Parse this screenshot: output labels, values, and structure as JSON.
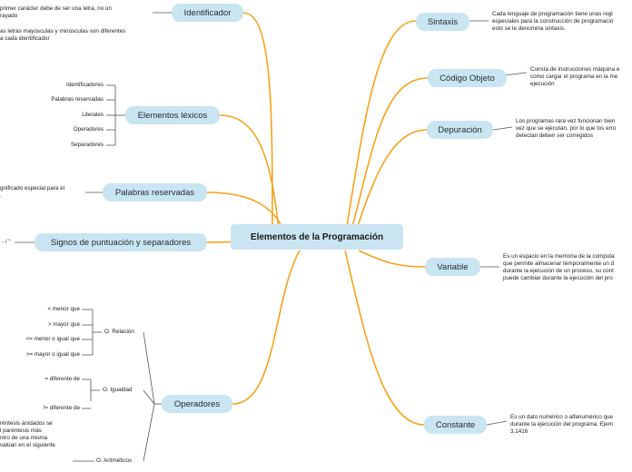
{
  "central": "Elementos de la Programación",
  "colors": {
    "branch": "#f7a21b",
    "node_fill": "#c9e5f2",
    "bracket": "#555555"
  },
  "left": {
    "identificador": {
      "label": "Identificador",
      "notes": [
        "primer carácter debe de ser una letra, no un",
        "rayado",
        "as letras mayúsculas y minúsculas son diferentes",
        "a cada identificador"
      ]
    },
    "elementos_lexicos": {
      "label": "Elementos léxicos",
      "items": [
        "Identificadores",
        "Palabras reservadas",
        "Literales",
        "Operadores",
        "Separadores"
      ]
    },
    "palabras_reservadas": {
      "label": "Palabras reservadas",
      "notes": [
        "gnificado especial para el",
        "."
      ]
    },
    "signos": {
      "label": "Signos de puntuación y separadores",
      "notes": [
        "- / \""
      ]
    },
    "operadores": {
      "label": "Operadores",
      "relacion": {
        "label": "O. Relación",
        "items": [
          "<  menor que",
          ">  mayor que",
          "<=  menor o igual que",
          ">=  mayor o igual que"
        ]
      },
      "igualdad": {
        "label": "O. Igualdad",
        "items": [
          "= diferente de",
          "!= diferente de"
        ]
      },
      "aritmeticos": {
        "label": "O. Aritméticos",
        "notes": [
          "réntesis anidados se",
          "l paréntesis más",
          "ntro de una misma",
          "valúan en el siguiente"
        ]
      }
    }
  },
  "right": {
    "sintaxis": {
      "label": "Sintaxis",
      "notes": [
        "Cada lenguaje de programación tiene unas regl",
        "especiales para la construcción de programació",
        "esto se le denomina sintaxis."
      ]
    },
    "codigo_objeto": {
      "label": "Código Objeto",
      "notes": [
        "Consta de instrucciones máquina e",
        "cómo cargar el programa en la me",
        "ejecución"
      ]
    },
    "depuracion": {
      "label": "Depuración",
      "notes": [
        "Los programas rara vez funcionan bien",
        "vez que se ejecutan, por lo que los erro",
        "detectan deben ser corregidos"
      ]
    },
    "variable": {
      "label": "Variable",
      "notes": [
        "Es un espacio en la memoria de la computa",
        "que permite almacenar temporalmente un d",
        "durante la ejecución de un proceso, su cont",
        "puede cambiar durante la ejecución del pro"
      ]
    },
    "constante": {
      "label": "Constante",
      "notes": [
        "Es un dato numérico o alfanumérico que",
        "durante la ejecución del programa. Ejem",
        "3.1416"
      ]
    }
  }
}
